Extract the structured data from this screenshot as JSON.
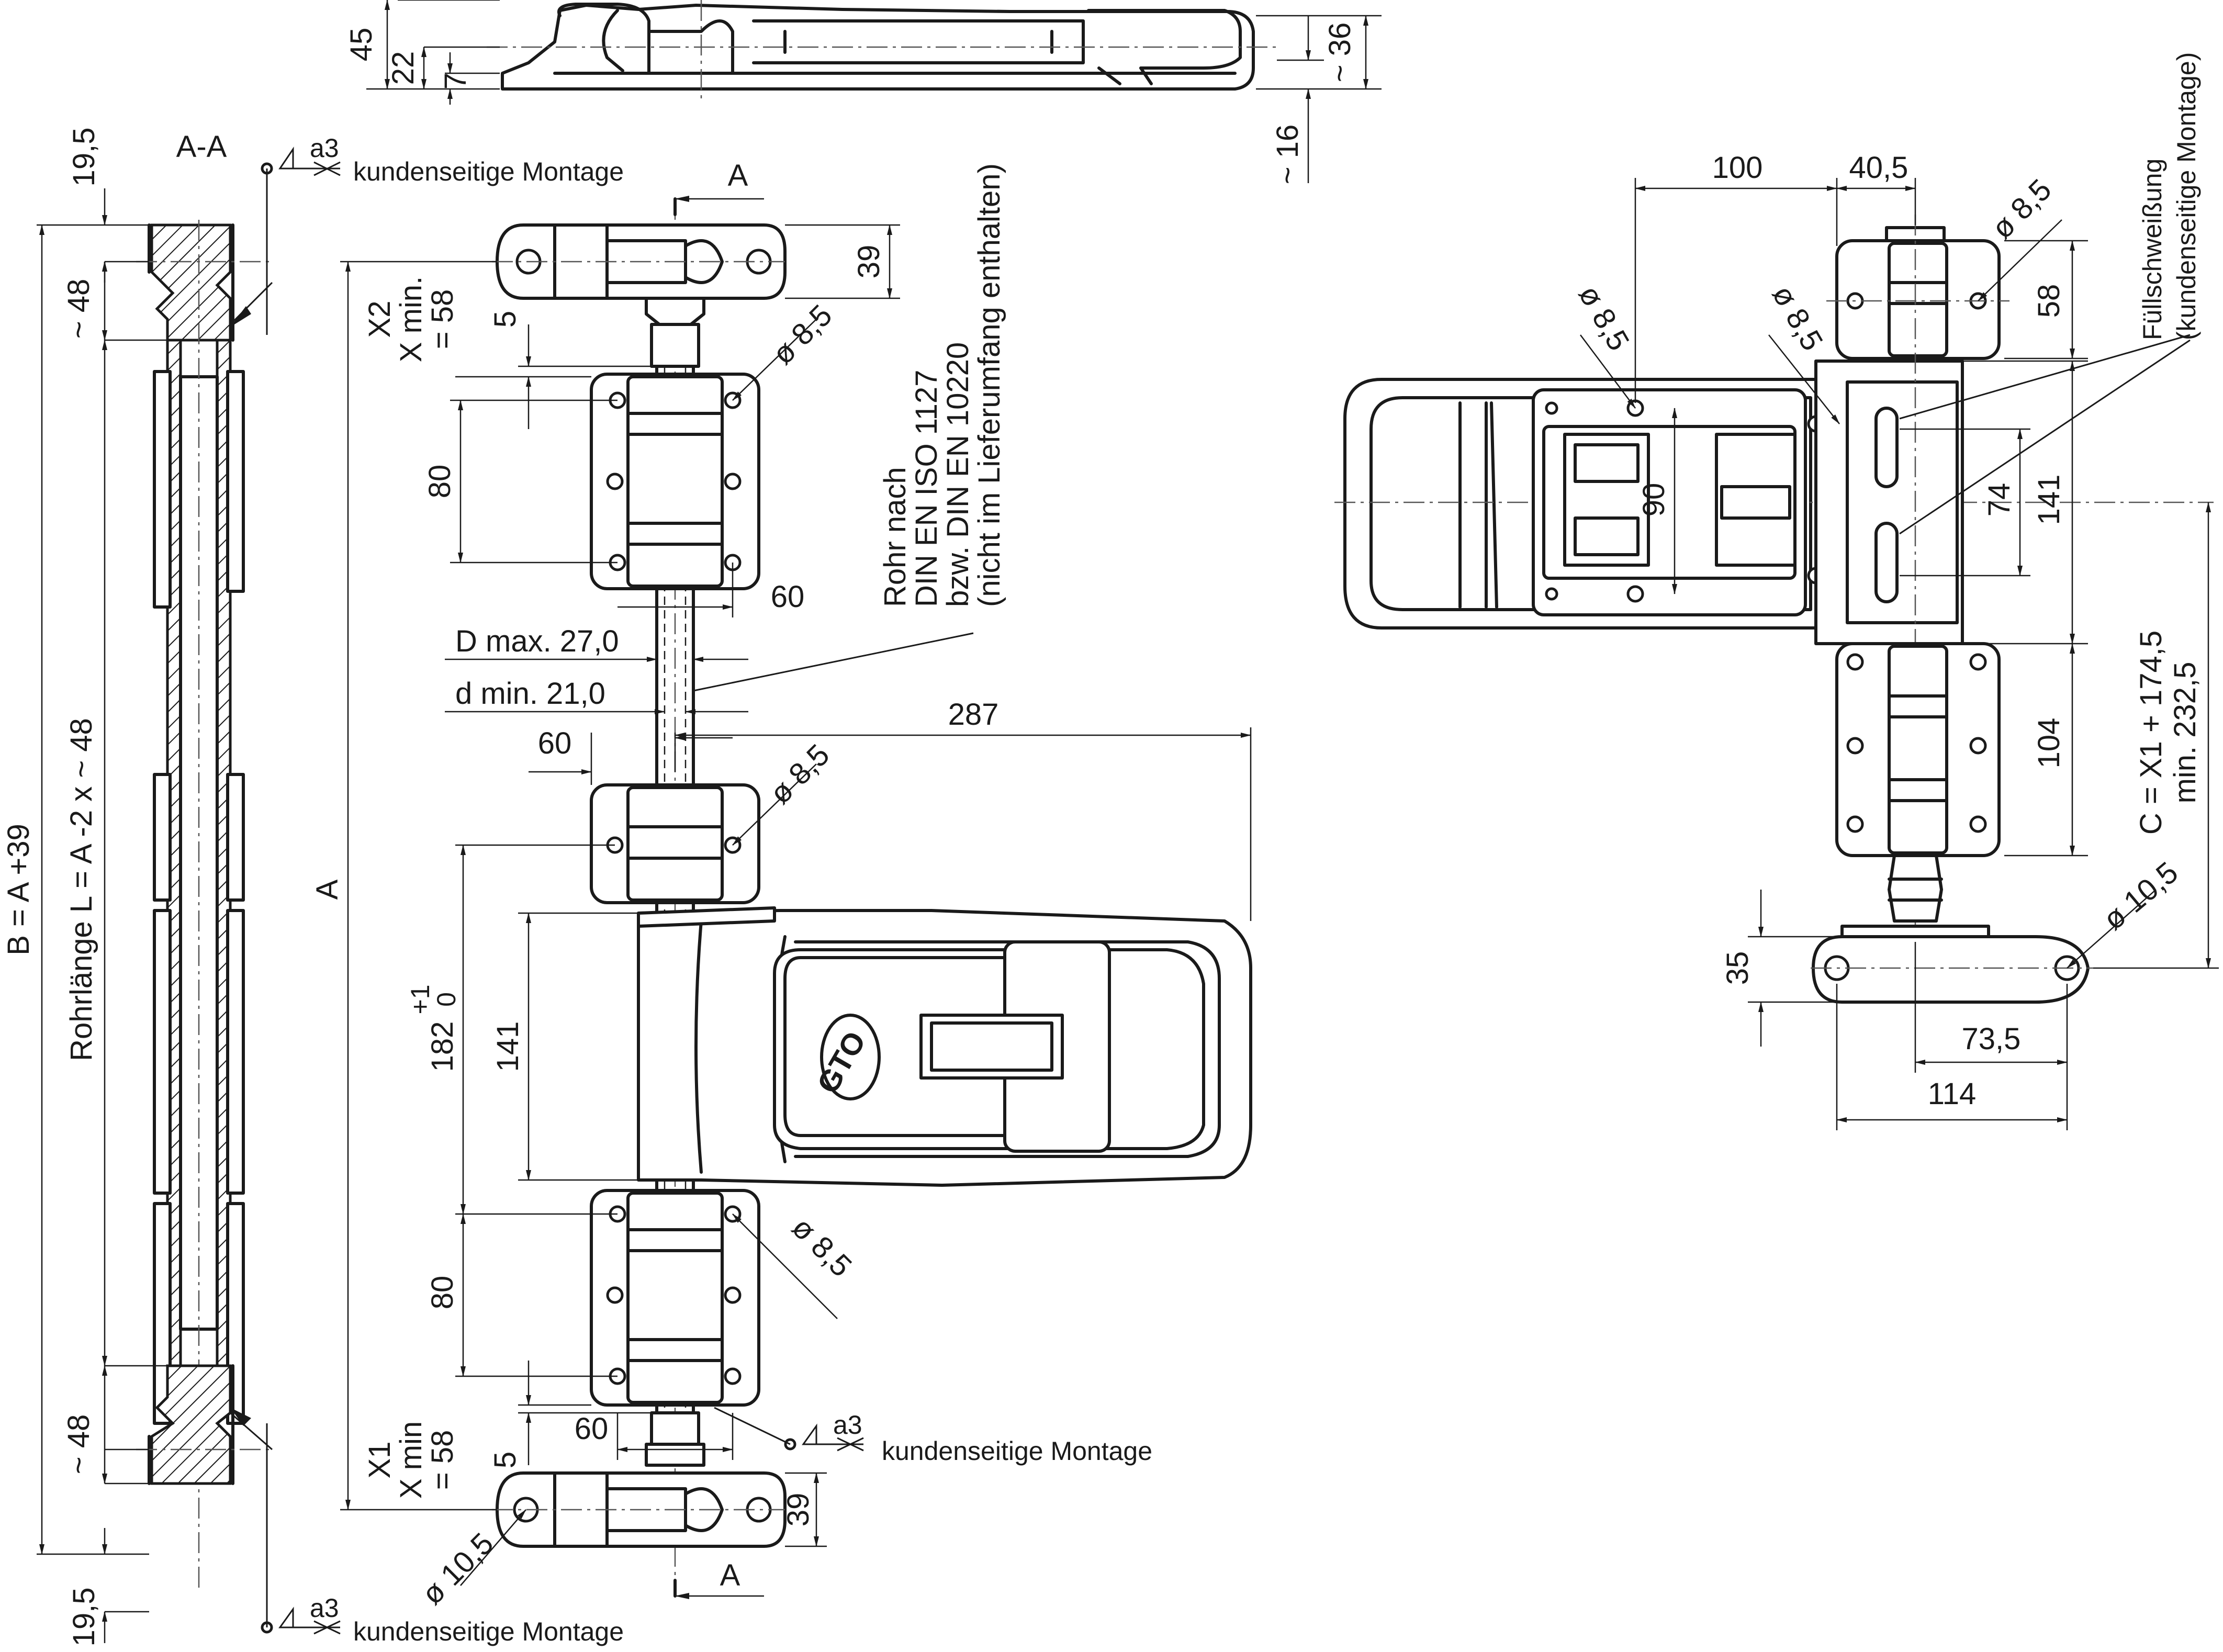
{
  "section_label": "A-A",
  "section_marker": "A",
  "dimensions": {
    "top_view": [
      "45",
      "22",
      "7",
      "~ 36",
      "~ 16"
    ],
    "section": [
      "19,5",
      "~ 48",
      "B = A +39",
      "Rohrlänge L = A -2 x ~ 48",
      "~ 48",
      "19,5"
    ],
    "front": [
      "X2",
      "X min.",
      "= 58",
      "5",
      "80",
      "60",
      "D max. 27,0",
      "d min. 21,0",
      "60",
      "287",
      "A",
      "182",
      "+1",
      "0",
      "141",
      "80",
      "X1",
      "X min",
      "= 58",
      "5",
      "60",
      "39",
      "39"
    ],
    "diameters": [
      "ø 8,5",
      "ø 8,5",
      "ø 8,5",
      "ø 10,5"
    ],
    "side": [
      "100",
      "40,5",
      "ø 8,5",
      "ø 8,5",
      "ø 8,5",
      "58",
      "90",
      "74",
      "141",
      "104",
      "C = X1 + 174,5",
      "min. 232,5",
      "ø 10,5",
      "35",
      "73,5",
      "114"
    ]
  },
  "weld_notes": [
    {
      "symbol": "a3",
      "text": "kundenseitige Montage"
    },
    {
      "symbol": "a3",
      "text": "kundenseitige Montage"
    },
    {
      "symbol": "a3",
      "text": "kundenseitige Montage"
    }
  ],
  "pipe_note": [
    "Rohr nach",
    "DIN EN ISO 1127",
    "bzw. DIN EN 10220",
    "(nicht im Lieferumfang enthalten)"
  ],
  "fill_weld_note": [
    "Füllschweißung",
    "(kundenseitige Montage)"
  ],
  "logo_text": "GTO"
}
